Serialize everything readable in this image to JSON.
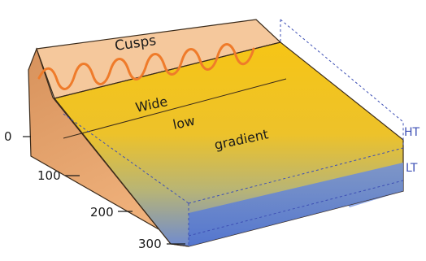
{
  "labels": {
    "cusps": "Cusps",
    "wide": "Wide",
    "low": "low",
    "gradient": "gradient"
  },
  "tide_labels": {
    "high": "HT",
    "low": "LT"
  },
  "distance_ticks": [
    "0",
    "100",
    "200",
    "300"
  ],
  "colors": {
    "berm": "#f6c9a0",
    "cusp_line": "#ef7b2a",
    "slope_top": "#f2c21c",
    "slope_mid": "#e3bd3a",
    "water": "#5b7fd6",
    "cliff_side": "#d9945e",
    "tide_dash": "#3d4fb5",
    "outline": "#3a2a1a"
  }
}
